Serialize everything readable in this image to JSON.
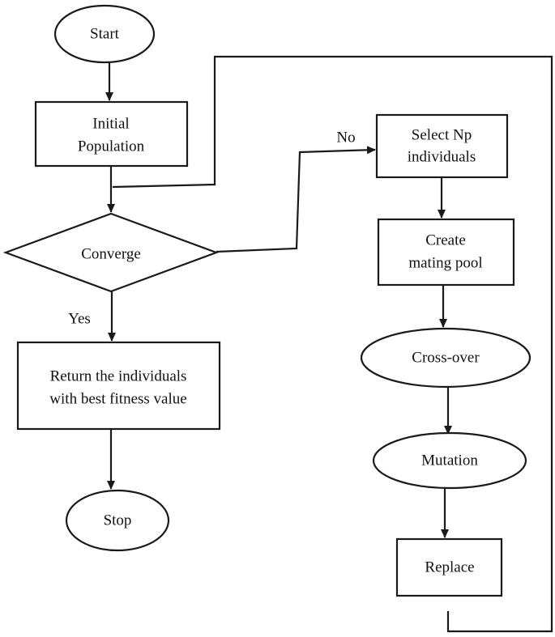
{
  "nodes": {
    "start": "Start",
    "init_line1": "Initial",
    "init_line2": "Population",
    "converge": "Converge",
    "return_line1": "Return the individuals",
    "return_line2": "with best fitness value",
    "stop": "Stop",
    "select_line1": "Select Np",
    "select_line2": "individuals",
    "mating_line1": "Create",
    "mating_line2": "mating pool",
    "crossover": "Cross-over",
    "mutation": "Mutation",
    "replace": "Replace"
  },
  "edges": {
    "no": "No",
    "yes": "Yes"
  }
}
